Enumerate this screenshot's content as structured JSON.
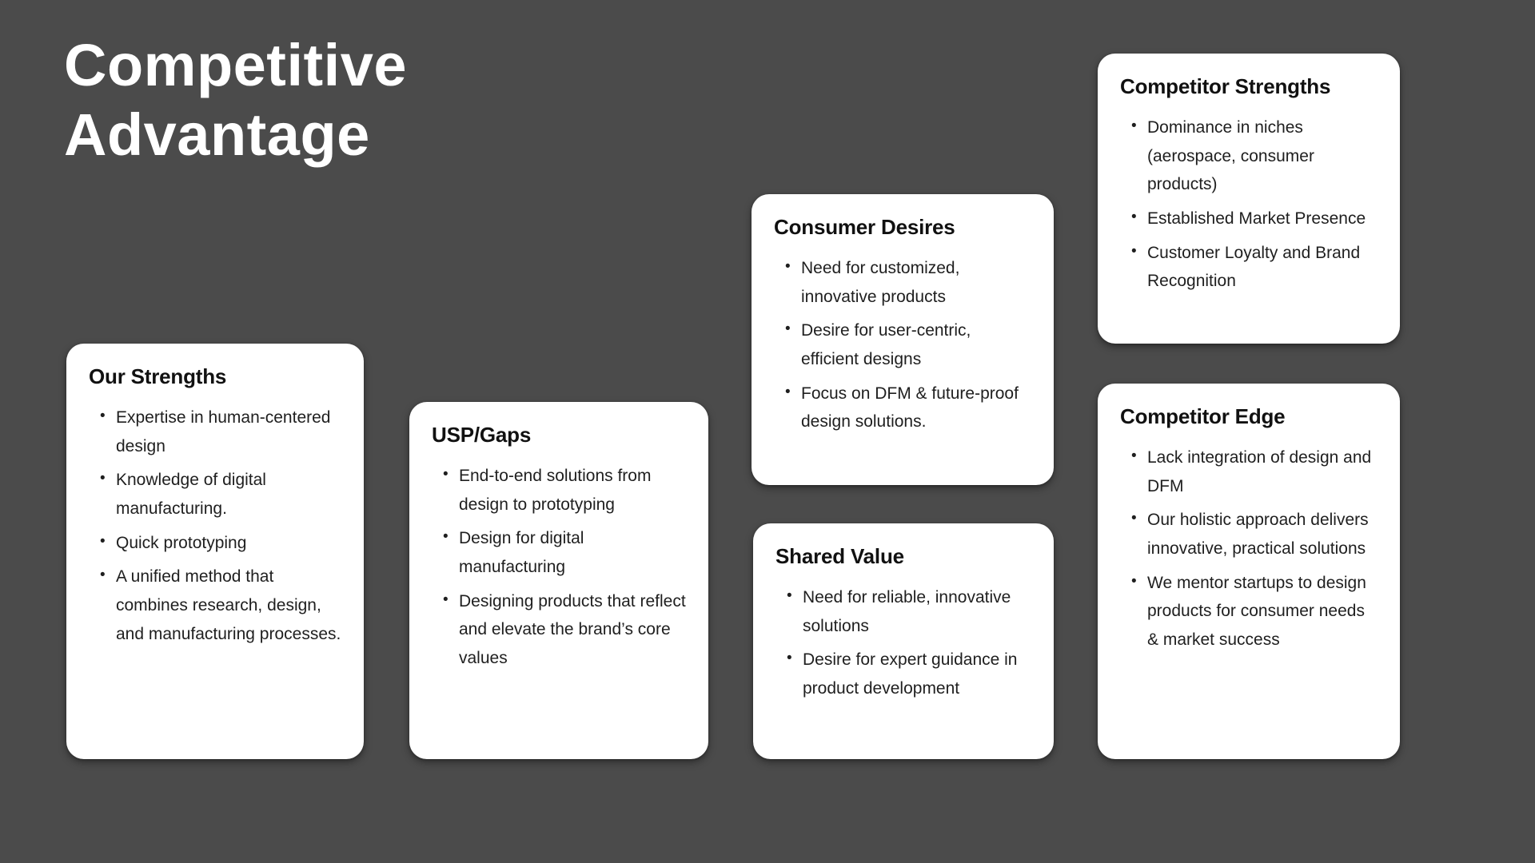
{
  "slide": {
    "title": "Competitive Advantage",
    "background_color": "#4b4b4b",
    "card_background": "#ffffff",
    "title_color": "#ffffff",
    "heading_color": "#111111",
    "body_color": "#1f1f1f"
  },
  "cards": {
    "our_strengths": {
      "title": "Our Strengths",
      "bullets": [
        "Expertise in human-centered design",
        "Knowledge of digital manufacturing.",
        "Quick prototyping",
        "A unified method that combines research, design, and manufacturing processes."
      ]
    },
    "usp_gaps": {
      "title": "USP/Gaps",
      "bullets": [
        "End-to-end solutions from design to prototyping",
        "Design for digital manufacturing",
        "Designing products that reflect and elevate the brand’s core values"
      ]
    },
    "consumer_desires": {
      "title": "Consumer Desires",
      "bullets": [
        "Need for customized, innovative products",
        "Desire for user-centric, efficient designs",
        "Focus on DFM  & future-proof design solutions."
      ]
    },
    "shared_value": {
      "title": "Shared Value",
      "bullets": [
        "Need for reliable, innovative solutions",
        "Desire for expert guidance in product development"
      ]
    },
    "competitor_strengths": {
      "title": "Competitor Strengths",
      "bullets": [
        "Dominance in niches (aerospace, consumer products)",
        "Established Market Presence",
        "Customer Loyalty and Brand Recognition"
      ]
    },
    "competitor_edge": {
      "title": "Competitor Edge",
      "bullets": [
        "Lack integration of design and DFM",
        "Our holistic approach delivers innovative, practical solutions",
        "We mentor startups to design products for consumer needs & market success"
      ]
    }
  }
}
